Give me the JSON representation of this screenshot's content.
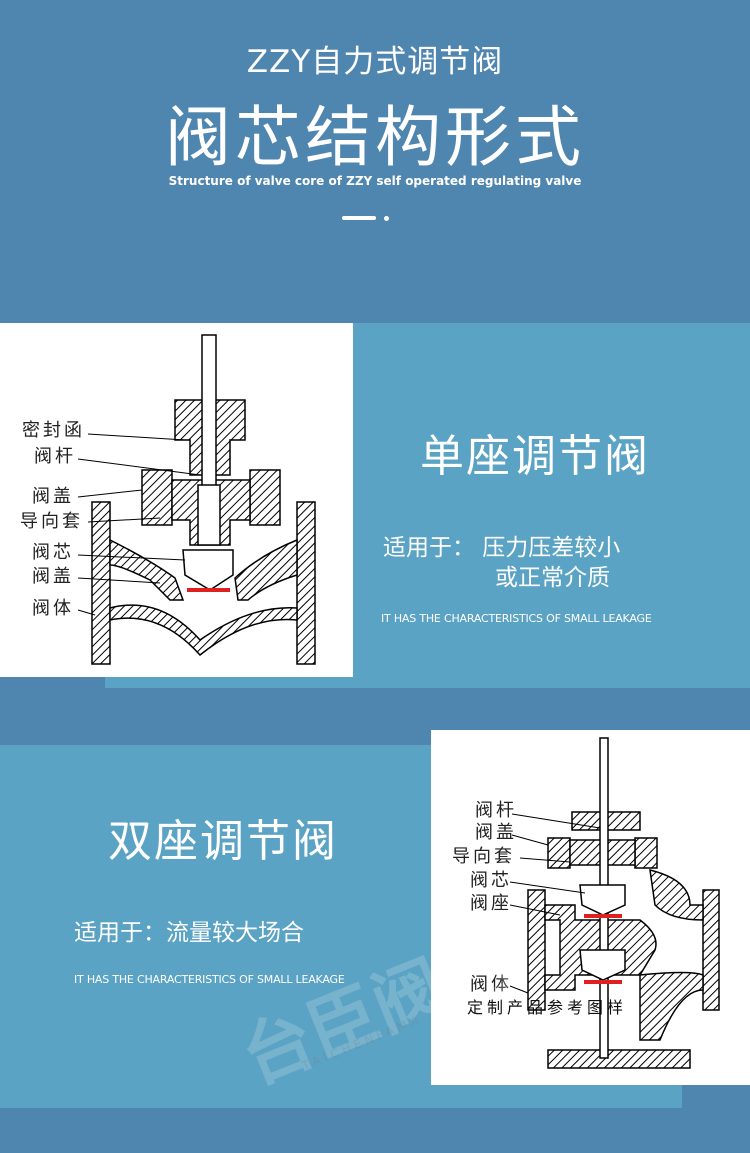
{
  "header": {
    "subtitle": "ZZY自力式调节阀",
    "title": "阀芯结构形式",
    "english": "Structure of valve core of ZZY self operated regulating valve"
  },
  "single_seat": {
    "title": "单座调节阀",
    "usage_line1": "适用于： 压力压差较小",
    "usage_line2": "或正常介质",
    "english": "IT HAS THE CHARACTERISTICS OF SMALL LEAKAGE",
    "diagram_labels": [
      "密封函",
      "阀杆",
      "阀盖",
      "导向套",
      "阀芯",
      "阀盖",
      "阀体"
    ]
  },
  "double_seat": {
    "title": "双座调节阀",
    "usage": "适用于：流量较大场合",
    "english": "IT HAS THE CHARACTERISTICS OF SMALL LEAKAGE",
    "diagram_labels": [
      "阀杆",
      "阀盖",
      "导向套",
      "阀芯",
      "阀座",
      "阀体"
    ],
    "caption": "定制产品参考图样"
  },
  "watermark": {
    "text": "台臣阀门",
    "english": "TAICHENFAMA"
  },
  "colors": {
    "background": "#4f86b0",
    "panel": "#5ba3c4",
    "seat_mark": "#e02020"
  }
}
